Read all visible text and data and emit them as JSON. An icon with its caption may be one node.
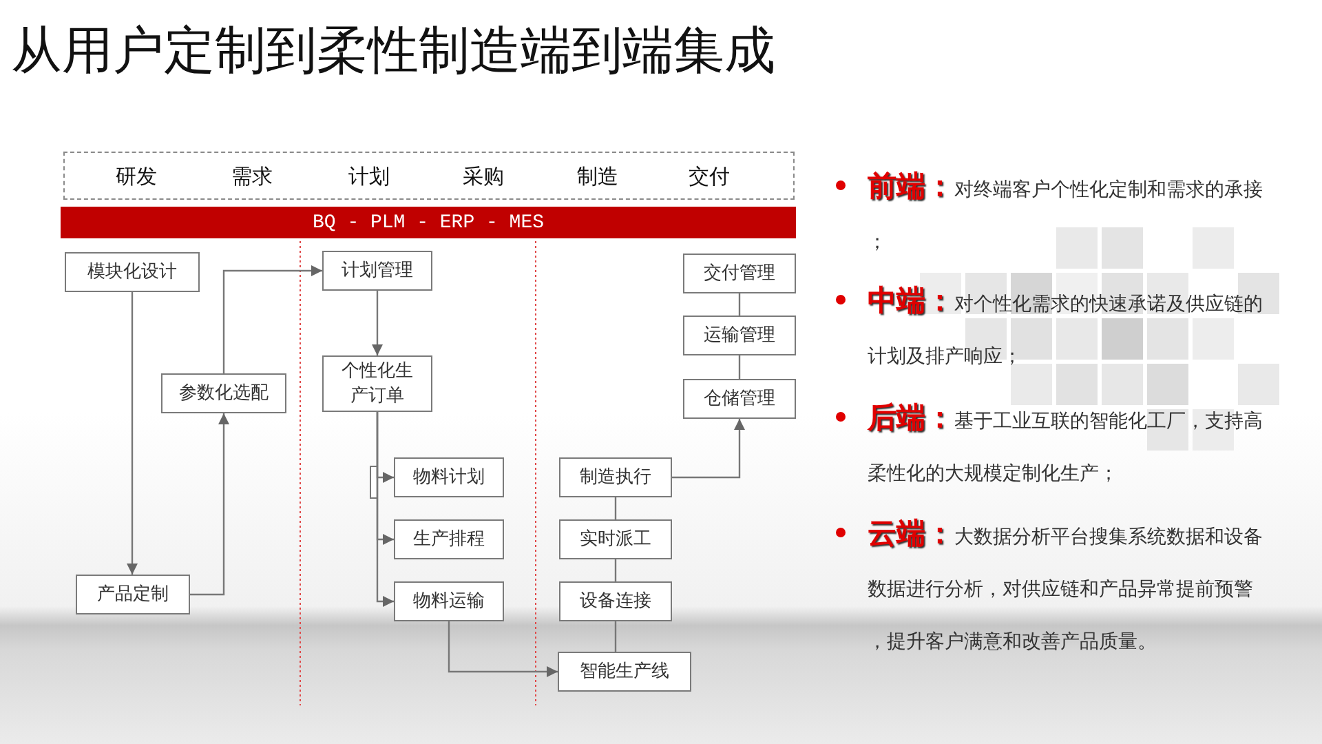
{
  "diagram": {
    "title": "从用户定制到柔性制造端到端集成",
    "nodes": [
      {
        "text": [
          "研发",
          "需求",
          "计划",
          "采购",
          "制造",
          "交付"
        ]
      },
      {
        "text": [
          "BQ - PLM - ERP - MES"
        ]
      },
      {
        "text": [
          "模块化设计"
        ]
      },
      {
        "text": [
          "参数化选配"
        ]
      },
      {
        "text": [
          "产品定制"
        ]
      },
      {
        "text": [
          "计划管理"
        ]
      },
      {
        "text": [
          "个性化生产订单"
        ]
      },
      {
        "text": [
          "物料计划"
        ]
      },
      {
        "text": [
          "生产排程"
        ]
      },
      {
        "text": [
          "物料运输"
        ]
      },
      {
        "text": [
          "制造执行"
        ]
      },
      {
        "text": [
          "实时派工"
        ]
      },
      {
        "text": [
          "设备连接"
        ]
      },
      {
        "text": [
          "智能生产线"
        ]
      },
      {
        "text": [
          "交付管理"
        ]
      },
      {
        "text": [
          "运输管理"
        ]
      },
      {
        "text": [
          "仓储管理"
        ]
      }
    ],
    "edges": [
      {
        "from": 2,
        "to": 4,
        "arrow": "to"
      },
      {
        "from": 4,
        "to": 3,
        "arrow": "to"
      },
      {
        "from": 3,
        "to": 5,
        "arrow": "to"
      },
      {
        "from": 5,
        "to": 6,
        "arrow": "to"
      },
      {
        "from": 6,
        "to": 7,
        "arrow": "to"
      },
      {
        "from": 6,
        "to": 8,
        "arrow": "to"
      },
      {
        "from": 6,
        "to": 9,
        "arrow": "to"
      },
      {
        "from": 9,
        "to": 13,
        "arrow": "to"
      },
      {
        "from": 10,
        "to": 11,
        "arrow": "none"
      },
      {
        "from": 11,
        "to": 12,
        "arrow": "none"
      },
      {
        "from": 12,
        "to": 13,
        "arrow": "none"
      },
      {
        "from": 10,
        "to": 16,
        "arrow": "to"
      },
      {
        "from": 14,
        "to": 15,
        "arrow": "none"
      },
      {
        "from": 15,
        "to": 16,
        "arrow": "none"
      }
    ],
    "labels": [
      "**前端：**对终端客户个性化定制和需求的承接；",
      "**中端：**对个性化需求的快速承诺及供应链的计划及排产响应；",
      "**后端：**基于工业互联的智能化工厂，支持高柔性化的大规模定制化生产；",
      "**云端：**大数据分析平台搜集系统数据和设备数据进行分析，对供应链和产品异常提前预警，提升客户满意和改善产品质量。"
    ]
  }
}
